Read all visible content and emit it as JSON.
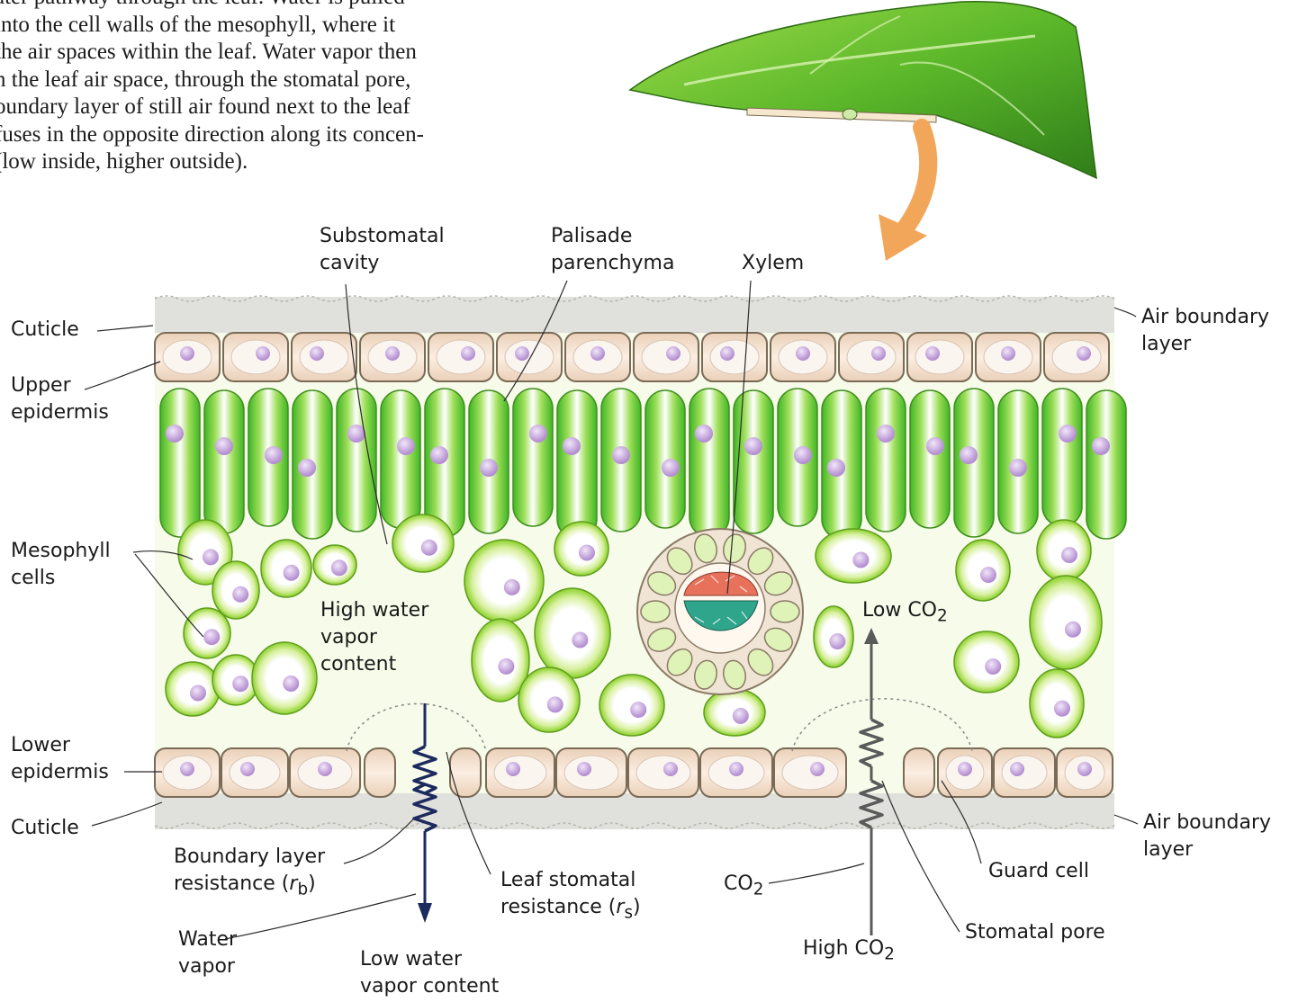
{
  "caption": {
    "lines": [
      "ater pathway through the leaf. Water is pulled",
      "into the cell walls of the mesophyll, where it",
      "the air spaces within the leaf. Water vapor then",
      "n the leaf air space, through the stomatal pore,",
      "oundary layer of still air found next to the leaf",
      "fuses in the opposite direction along its concen-",
      "(low inside, higher outside)."
    ]
  },
  "labels": {
    "substomatal_cavity": [
      "Substomatal",
      "cavity"
    ],
    "palisade_parenchyma": [
      "Palisade",
      "parenchyma"
    ],
    "xylem": "Xylem",
    "cuticle_top": "Cuticle",
    "upper_epidermis": [
      "Upper",
      "epidermis"
    ],
    "mesophyll_cells": [
      "Mesophyll",
      "cells"
    ],
    "air_boundary_top": [
      "Air boundary",
      "layer"
    ],
    "high_water_vapor": [
      "High water",
      "vapor",
      "content"
    ],
    "low_co2": {
      "text": "Low CO",
      "sub": "2"
    },
    "lower_epidermis": [
      "Lower",
      "epidermis"
    ],
    "cuticle_bottom": "Cuticle",
    "air_boundary_bottom": [
      "Air boundary",
      "layer"
    ],
    "boundary_layer_resistance": {
      "line1": "Boundary layer",
      "line2": "resistance (",
      "symbol": "r",
      "sub": "b",
      "close": ")"
    },
    "leaf_stomatal_resistance": {
      "line1": "Leaf stomatal",
      "line2": "resistance (",
      "symbol": "r",
      "sub": "s",
      "close": ")"
    },
    "co2": {
      "text": "CO",
      "sub": "2"
    },
    "guard_cell": "Guard cell",
    "water_vapor": [
      "Water",
      "vapor"
    ],
    "low_water_vapor": [
      "Low water",
      "vapor content"
    ],
    "high_co2": {
      "text": "High CO",
      "sub": "2"
    },
    "stomatal_pore": "Stomatal pore"
  },
  "colors": {
    "cell_green": "#8bd12a",
    "nucleus": "#c7a3dc",
    "epidermis": "#f4d9c2",
    "xylem_red": "#e8715b",
    "xylem_teal": "#2fa58c",
    "arrow_orange": "#f2a65a",
    "resistor_navy": "#1d2a5e",
    "co2_grey": "#5a5a5a"
  }
}
